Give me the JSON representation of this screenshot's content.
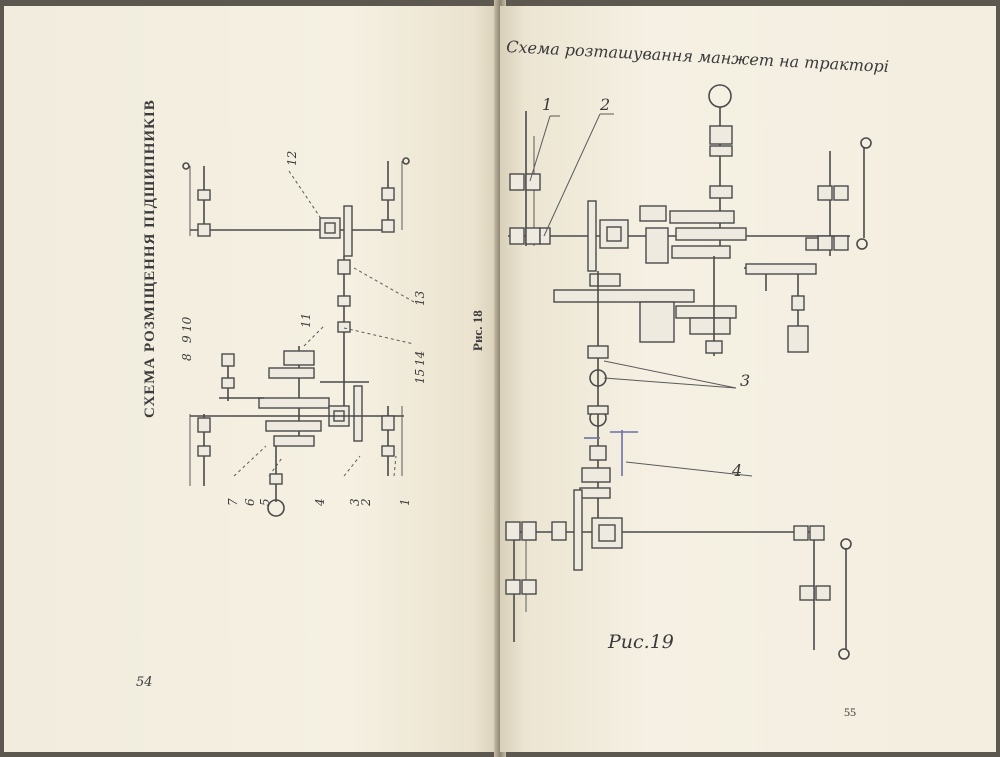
{
  "left_page": {
    "title": "СХЕМА РОЗМІЩЕННЯ ПІДШИПНИКІВ",
    "figure_label": "Рис. 18",
    "page_number": "54",
    "callouts": [
      "1",
      "2",
      "3",
      "4",
      "5",
      "6",
      "7",
      "8",
      "9",
      "10",
      "11",
      "12",
      "13",
      "14",
      "15"
    ]
  },
  "right_page": {
    "title": "Схема розташування манжет на тракторі",
    "figure_label": "Рис.19",
    "page_number": "55",
    "callouts": [
      "1",
      "2",
      "3",
      "4"
    ]
  }
}
